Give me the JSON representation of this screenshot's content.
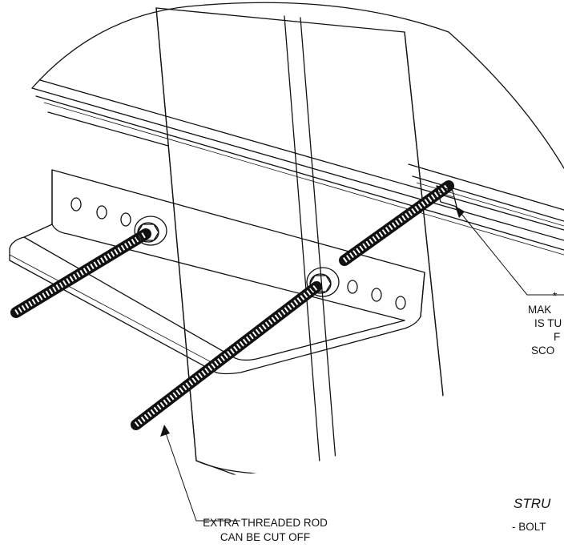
{
  "callouts": {
    "rod_cut": {
      "line1": "EXTRA THREADED ROD",
      "line2": "CAN BE CUT OFF"
    },
    "marker": "*",
    "right_partial": [
      "MAK",
      "IS TU",
      "F",
      "SCO"
    ]
  },
  "section": {
    "title": "STRU",
    "bullet": "- BOLT"
  }
}
